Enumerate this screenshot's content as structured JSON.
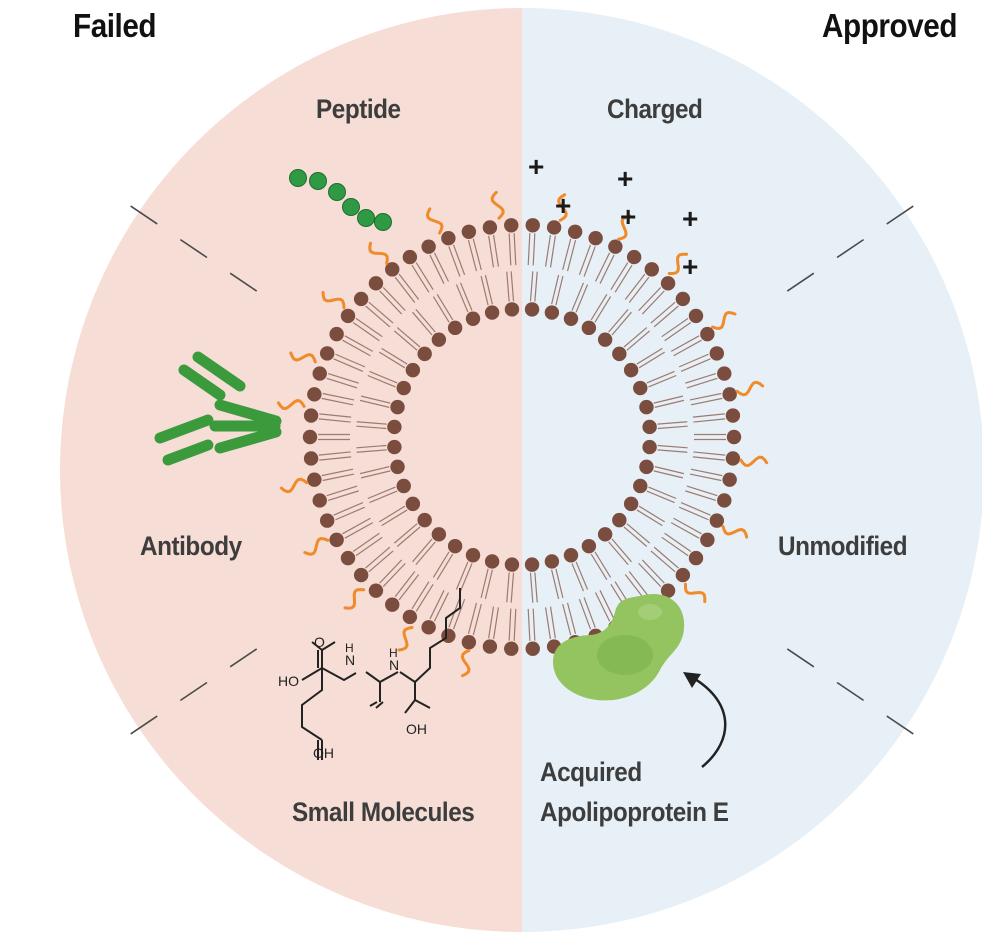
{
  "headers": {
    "left": "Failed",
    "right": "Approved"
  },
  "categories": {
    "peptide": "Peptide",
    "charged": "Charged",
    "antibody": "Antibody",
    "unmodified": "Unmodified",
    "small_molecules": "Small Molecules",
    "apoe_line1": "Acquired",
    "apoe_line2": "Apolipoprotein E"
  },
  "charges": [
    "+",
    "+",
    "+",
    "+",
    "+",
    "+"
  ],
  "molecule_labels": {
    "hooc_top": "HO",
    "nh1": "N",
    "nh1_h": "H",
    "nh2": "N",
    "nh2_h": "H",
    "oh_right": "OH",
    "oh_bottom": "OH",
    "o": "O"
  },
  "colors": {
    "failed_bg": "#f6ddd5",
    "approved_bg": "#e7f0f6",
    "lipid_head": "#7a4d3e",
    "lipid_tail": "#9c7b70",
    "peg": "#f08b2c",
    "peptide": "#2e9a44",
    "antibody": "#3a9a3c",
    "apoe": "#93c460",
    "divider": "#4a4a4a"
  }
}
